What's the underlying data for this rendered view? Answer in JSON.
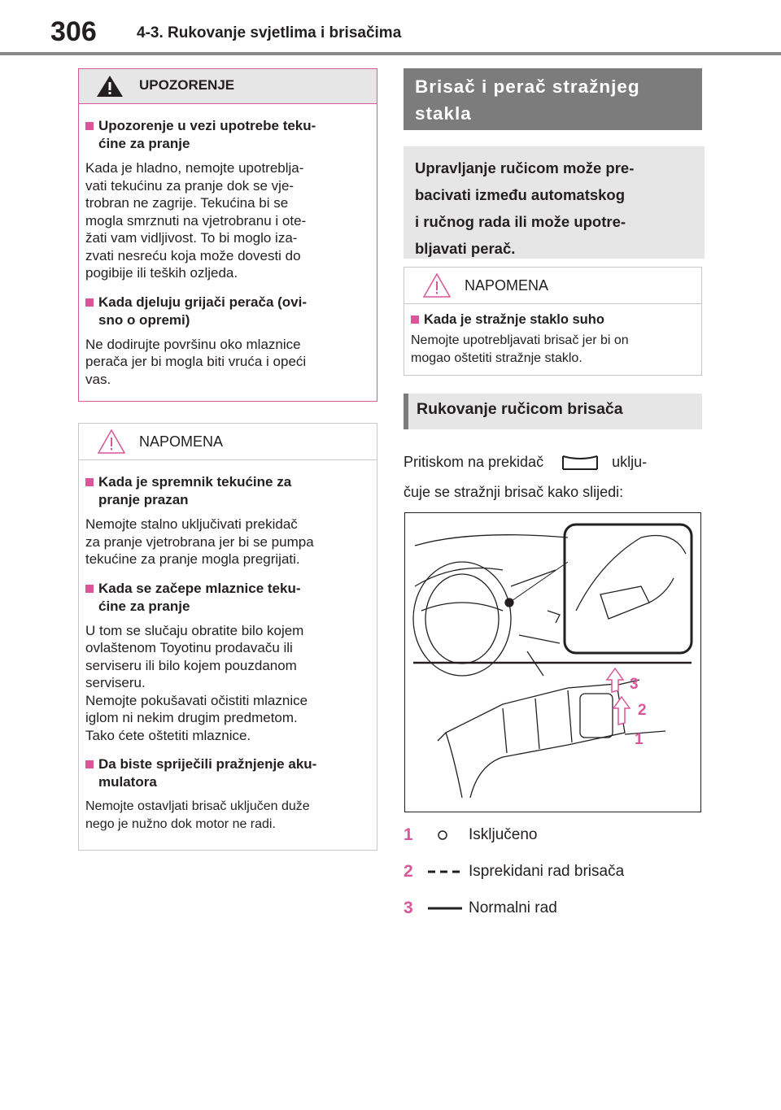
{
  "header": {
    "page_number": "306",
    "section": "4-3. Rukovanje svjetlima i brisačima"
  },
  "warning": {
    "title": "UPOZORENJE",
    "items": [
      {
        "heading": "Upozorenje u vezi upotrebe teku-\nćine za pranje",
        "text": "Kada je hladno, nemojte upotreblja-\nvati tekućinu za pranje dok se vje-\ntrobran ne zagrije. Tekućina bi se\nmogla smrznuti na vjetrobranu i ote-\nžati vam vidljivost. To bi moglo iza-\nzvati nesreću koja može dovesti do\npogibije ili teških ozljeda."
      },
      {
        "heading": "Kada djeluju grijači perača (ovi-\nsno o opremi)",
        "text": "Ne dodirujte površinu oko mlaznice\nperača jer bi mogla biti vruća i opeći\nvas."
      }
    ]
  },
  "note_left": {
    "title": "NAPOMENA",
    "items": [
      {
        "heading": "Kada je spremnik tekućine za\npranje prazan",
        "text": "Nemojte stalno uključivati prekidač\nza pranje vjetrobrana jer bi se pumpa\ntekućine za pranje mogla pregrijati."
      },
      {
        "heading": "Kada se začepe mlaznice teku-\nćine za pranje",
        "text": "U tom se slučaju obratite bilo kojem\novlaštenom Toyotinu prodavaču ili\nserviseru ili bilo kojem pouzdanom\nserviseru.\nNemojte pokušavati očistiti mlaznice\niglom ni nekim drugim predmetom.\nTako ćete oštetiti mlaznice."
      },
      {
        "heading": "Da biste spriječili pražnjenje aku-\nmulatora",
        "text": "Nemojte ostavljati brisač uključen duže\nnego je nužno dok motor ne radi."
      }
    ]
  },
  "section_title": "Brisač i perač stražnjeg\nstakla",
  "intro": "Upravljanje ručicom može pre-\nbacivati između automatskog\ni ručnog rada ili može upotre-\nbljavati perač.",
  "note_right": {
    "title": "NAPOMENA",
    "heading": "Kada je stražnje staklo suho",
    "text": "Nemojte upotrebljavati brisač jer bi on\nmogao oštetiti stražnje staklo."
  },
  "operation_title": "Rukovanje ručicom brisača",
  "body": {
    "before_icon": "Pritiskom na prekidač",
    "after_icon": "uklju-",
    "line2": "čuje se stražnji brisač kako slijedi:"
  },
  "figure": {
    "labels": [
      "3",
      "2",
      "1"
    ]
  },
  "legend": [
    {
      "num": "1",
      "icon": "off-circle-icon",
      "text": "Isključeno"
    },
    {
      "num": "2",
      "icon": "dashed-line-icon",
      "text": "Isprekidani rad brisača"
    },
    {
      "num": "3",
      "icon": "solid-line-icon",
      "text": "Normalni rad"
    }
  ],
  "colors": {
    "accent": "#d8569a",
    "gray": "#7c7c7c",
    "light_gray": "#e6e6e6"
  }
}
